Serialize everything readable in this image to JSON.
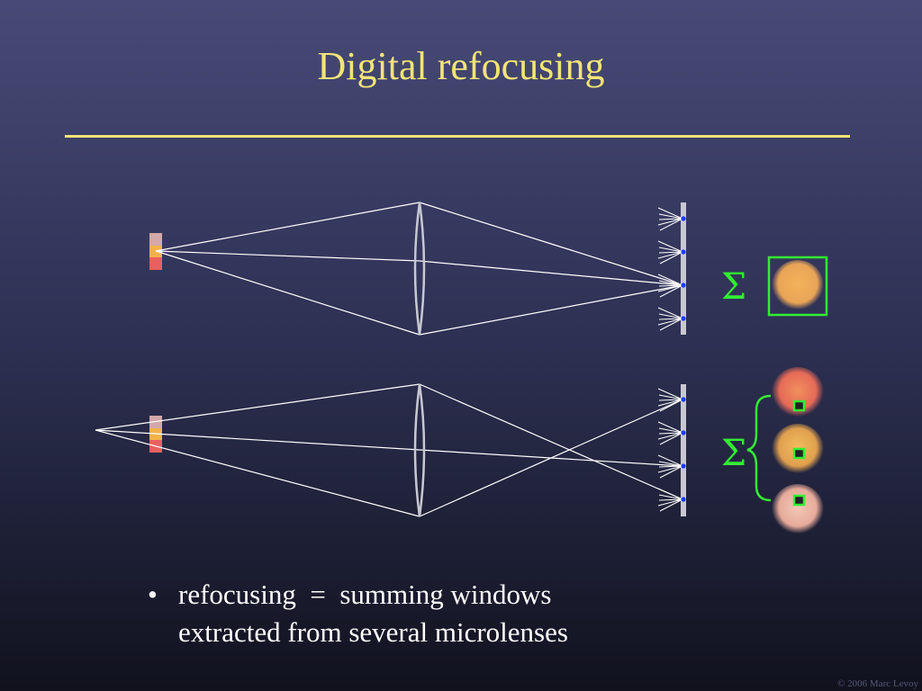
{
  "slide": {
    "title": "Digital refocusing",
    "copyright": "© 2006 Marc Levoy"
  },
  "diagram": {
    "sum_symbol_top": "Σ",
    "sum_symbol_bottom": "Σ"
  },
  "bullet": {
    "marker": "•",
    "line1": "refocusing  =  summing windows",
    "line2": "extracted from several microlenses"
  },
  "colors": {
    "title": "#f3e477",
    "ray": "#ffffff",
    "lens": "#c8c8d2",
    "sensor": "#c8c8d2",
    "microlens_dot": "#1a3cff",
    "green": "#33ee33",
    "pixel_top": "#d2a8a8",
    "pixel_mid": "#f2b24a",
    "pixel_bottom": "#e86060"
  }
}
